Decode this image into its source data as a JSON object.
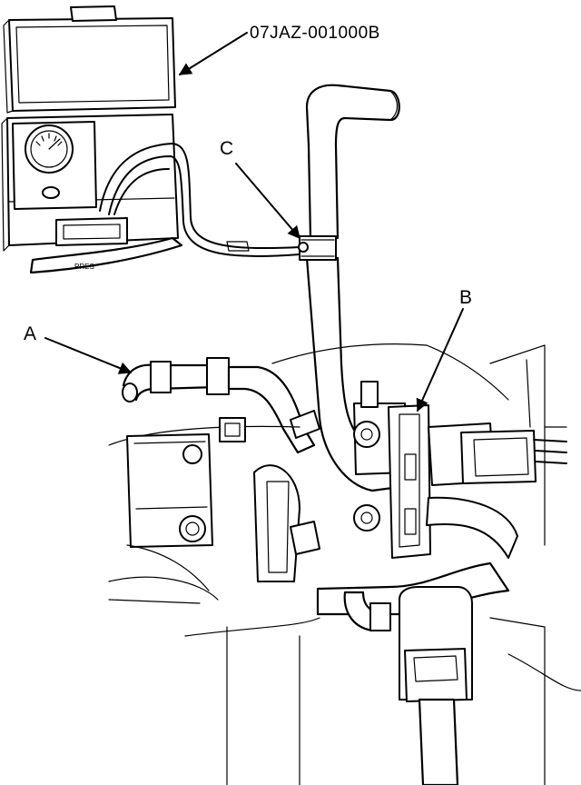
{
  "labels": {
    "tester": "07JAZ-001000B",
    "a": "A",
    "b": "B",
    "c": "C"
  },
  "hose_marking": "PRES"
}
